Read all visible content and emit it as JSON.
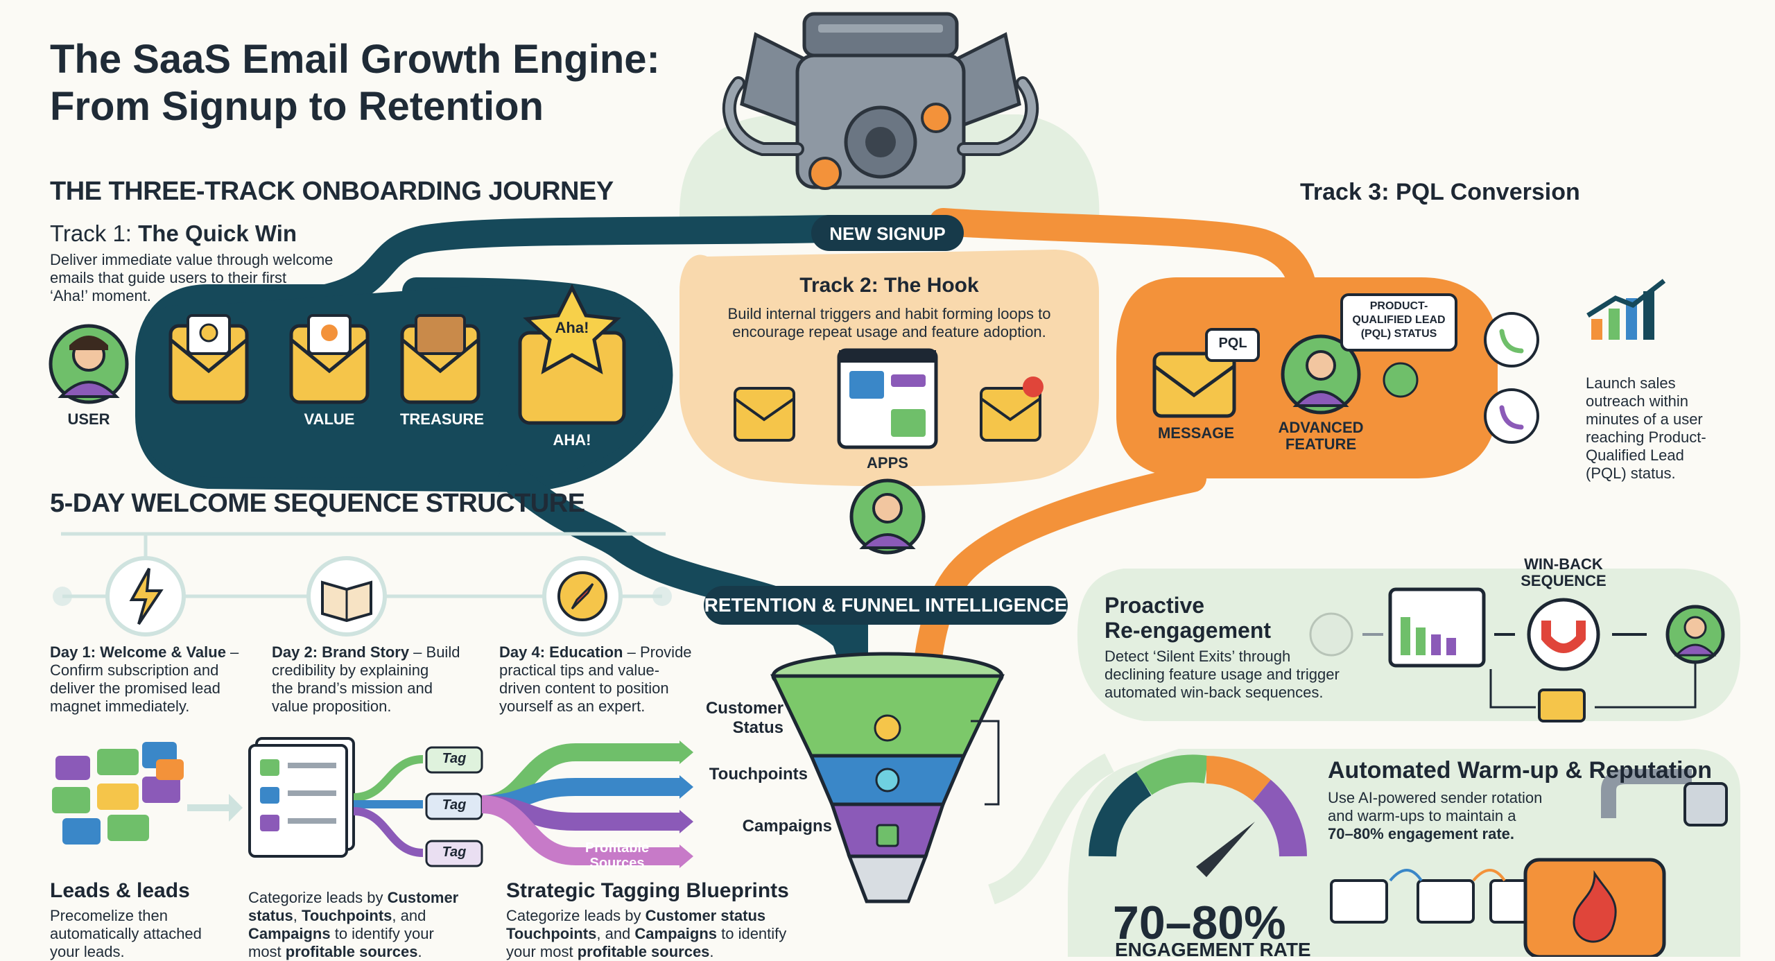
{
  "header": {
    "title_line1": "The SaaS Email Growth Engine:",
    "title_line2": "From Signup to Retention"
  },
  "onboarding": {
    "heading": "THE THREE-TRACK ONBOARDING JOURNEY",
    "track1": {
      "prefix": "Track 1: ",
      "name": "The Quick Win",
      "desc_line1": "Deliver immediate value through welcome",
      "desc_line2": "emails that guide users to their first",
      "desc_line3": "‘Aha!’ moment.",
      "labels": {
        "user": "USER",
        "value": "VALUE",
        "treasure": "TREASURE",
        "aha": "AHA!",
        "aha_star": "Aha!"
      }
    },
    "signup_label": "NEW SIGNUP",
    "track2": {
      "title": "Track 2: The Hook",
      "desc_line1": "Build internal triggers and habit forming loops to",
      "desc_line2": "encourage repeat usage and feature adoption.",
      "apps_label": "APPS"
    },
    "track3": {
      "title": "Track 3: PQL Conversion",
      "pql_badge": "PQL",
      "status_line1": "PRODUCT-",
      "status_line2": "QUALIFIED LEAD",
      "status_line3": "(PQL) STATUS",
      "message_label": "MESSAGE",
      "feature_line1": "ADVANCED",
      "feature_line2": "FEATURE",
      "desc_lines": [
        "Launch sales",
        "outreach within",
        "minutes of a user",
        "reaching Product-",
        "Qualified Lead",
        "(PQL) status."
      ]
    }
  },
  "welcome": {
    "heading": "5-DAY WELCOME SEQUENCE STRUCTURE",
    "day1": {
      "bold": "Day 1: Welcome & Value",
      "rest": " –",
      "lines": [
        "Confirm subscription and",
        "deliver the promised lead",
        "magnet immediately."
      ]
    },
    "day2": {
      "bold": "Day 2: Brand Story",
      "rest": " – Build",
      "lines": [
        "credibility by explaining",
        "the brand’s mission and",
        "value proposition."
      ]
    },
    "day4": {
      "bold": "Day 4: Education",
      "rest": " – Provide",
      "lines": [
        "practical tips and value-",
        "driven content to position",
        "yourself as an expert."
      ]
    }
  },
  "tagging": {
    "leads_title": "Leads & leads",
    "leads_lines": [
      "Precomelize then",
      "automatically attached",
      "your leads."
    ],
    "cat_line1_a": "Categorize leads by ",
    "cat_line1_b": "Customer",
    "cat_line2_a": "status",
    "cat_line2_b": ", ",
    "cat_line2_c": "Touchpoints",
    "cat_line2_d": ", and",
    "cat_line3_a": "Campaigns",
    "cat_line3_b": " to identify your",
    "cat_line4_a": "most ",
    "cat_line4_b": "profitable sources",
    "cat_line4_c": ".",
    "tag_label": "Tag",
    "profitable_line1": "Profitable",
    "profitable_line2": "Sources",
    "blueprint_title": "Strategic Tagging Blueprints",
    "bp_line1_a": "Categorize leads by ",
    "bp_line1_b": "Customer status",
    "bp_line2_a": "Touchpoints",
    "bp_line2_b": ", and ",
    "bp_line2_c": "Campaigns",
    "bp_line2_d": " to identify",
    "bp_line3_a": "your most ",
    "bp_line3_b": "profitable sources",
    "bp_line3_c": "."
  },
  "funnel": {
    "title": "RETENTION & FUNNEL INTELLIGENCE",
    "customer_line1": "Customer",
    "customer_line2": "Status",
    "touchpoints": "Touchpoints",
    "campaigns": "Campaigns"
  },
  "reengage": {
    "title_line1": "Proactive",
    "title_line2": "Re-engagement",
    "lines": [
      "Detect ‘Silent Exits’ through",
      "declining feature usage and trigger",
      "automated win-back sequences."
    ],
    "winback_line1": "WIN-BACK",
    "winback_line2": "SEQUENCE"
  },
  "warmup": {
    "title": "Automated Warm-up & Reputation",
    "line1": "Use AI-powered sender rotation",
    "line2": "and warm-ups to maintain a",
    "line3": "70–80% engagement rate.",
    "big_value": "70–80%",
    "big_label": "ENGAGEMENT RATE"
  },
  "colors": {
    "teal_dark": "#16495a",
    "orange": "#f3923a",
    "peach": "#f9d9ad",
    "mint": "#e3efe0",
    "green": "#6fbf6a",
    "blue": "#3a87c8",
    "purple": "#8b5ab8",
    "navy": "#173a4a"
  }
}
